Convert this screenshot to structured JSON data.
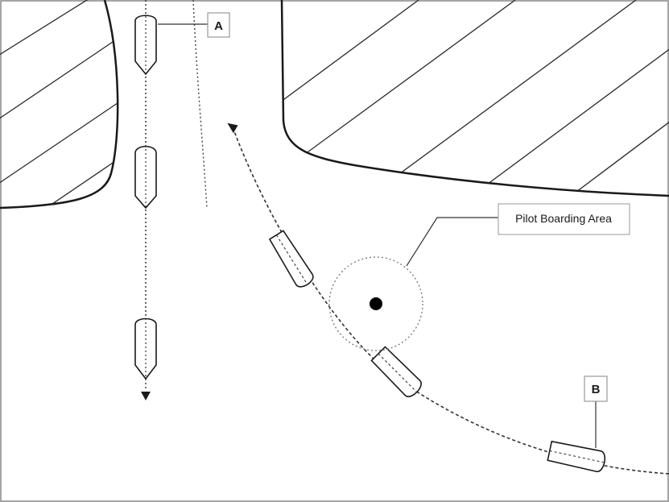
{
  "labels": {
    "a": "A",
    "b": "B",
    "pilot_area": "Pilot Boarding Area"
  },
  "colors": {
    "line": "#1a1a1a",
    "hatch": "#2a2a2a",
    "background": "#ffffff",
    "marker": "#000000",
    "circle": "#777777"
  },
  "icons": {
    "vessel": "vessel-icon",
    "route_arrow": "arrowhead-icon",
    "pilot_point": "boarding-point-icon"
  }
}
